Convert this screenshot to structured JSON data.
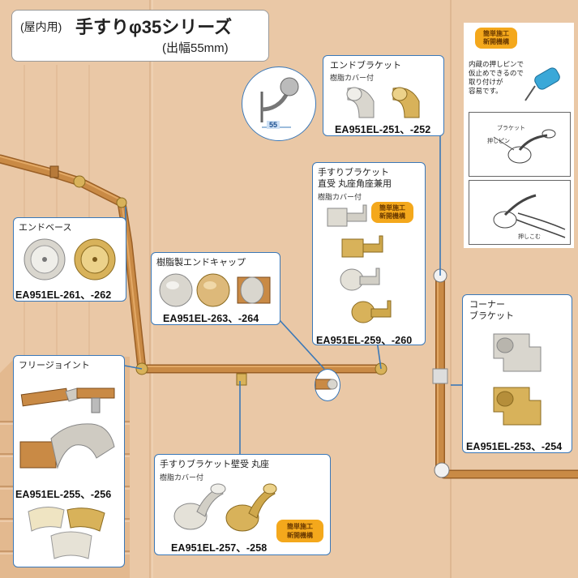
{
  "title": {
    "prefix": "(屋内用)",
    "main": "手すりφ35シリーズ",
    "width_note": "(出幅55mm)"
  },
  "dimension_label": "55",
  "note_panel": {
    "badge_line1": "簡単施工",
    "badge_line2": "新開機構",
    "desc_lines": [
      "内蔵の押しピンで",
      "仮止めできるので",
      "取り付けが",
      "容易です。"
    ],
    "bracket_label": "ブラケット",
    "pin_label": "押しピン",
    "push_label": "押しこむ"
  },
  "parts": {
    "end_bracket": {
      "name": "エンドブラケット",
      "sub": "樹脂カバー付",
      "code": "EA951EL-251、-252"
    },
    "straight_bracket": {
      "name_line1": "手すりブラケット",
      "name_line2": "直受 丸座角座兼用",
      "sub": "樹脂カバー付",
      "badge_line1": "簡単施工",
      "badge_line2": "新開機構",
      "code": "EA951EL-259、-260"
    },
    "end_base": {
      "name": "エンドベース",
      "code": "EA951EL-261、-262"
    },
    "end_cap": {
      "name": "樹脂製エンドキャップ",
      "code": "EA951EL-263、-264"
    },
    "free_joint": {
      "name": "フリージョイント",
      "code": "EA951EL-255、-256"
    },
    "wall_bracket": {
      "name": "手すりブラケット壁受 丸座",
      "sub": "樹脂カバー付",
      "badge_line1": "簡単施工",
      "badge_line2": "新開機構",
      "code": "EA951EL-257、-258"
    },
    "corner_bracket": {
      "name_line1": "コーナー",
      "name_line2": "ブラケット",
      "code": "EA951EL-253、-254"
    }
  },
  "colors": {
    "wall": "#eac8a6",
    "rail": "#c98a45",
    "rail_dark": "#9a5f25",
    "brass": "#d8b25a",
    "silver": "#d9d6ce",
    "callout": "#3a78b8",
    "badge": "#f4a81c"
  }
}
